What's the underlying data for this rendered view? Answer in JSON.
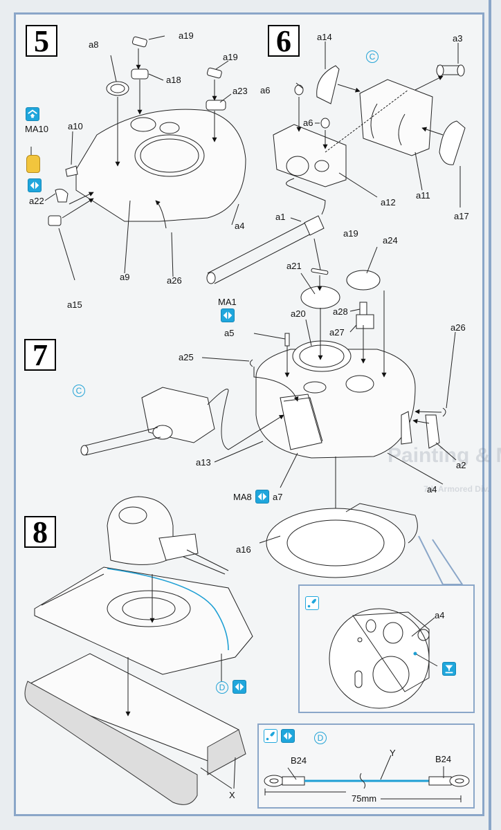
{
  "page": {
    "type": "assembly-instructions",
    "accent_color": "#1fa6dc",
    "frame_color": "#8aa6c8"
  },
  "steps": [
    {
      "number": "5",
      "labels": [
        "a8",
        "a19",
        "a18",
        "a19",
        "a23",
        "a10",
        "a22",
        "a15",
        "a9",
        "a26",
        "a4"
      ],
      "markers": [
        {
          "type": "badge",
          "icon": "position-up-icon",
          "caption": "MA10"
        },
        {
          "type": "badge",
          "icon": "both-sides-icon",
          "caption": ""
        }
      ]
    },
    {
      "number": "6",
      "labels": [
        "a14",
        "a3",
        "a6",
        "a6",
        "a12",
        "a11",
        "a17",
        "a1"
      ],
      "markers": [
        {
          "type": "circle-letter",
          "letter": "C"
        }
      ]
    },
    {
      "number": "7",
      "labels": [
        "a19",
        "a24",
        "a21",
        "a28",
        "a20",
        "a27",
        "a5",
        "a25",
        "a26",
        "a2",
        "a4",
        "a13",
        "a7",
        "a16"
      ],
      "markers": [
        {
          "type": "badge",
          "icon": "both-sides-icon",
          "caption": "MA1"
        },
        {
          "type": "badge",
          "icon": "both-sides-icon",
          "caption": "MA8"
        },
        {
          "type": "circle-letter",
          "letter": "C"
        }
      ]
    },
    {
      "number": "8",
      "labels": [
        "X"
      ],
      "markers": [
        {
          "type": "circle-letter",
          "letter": "D"
        },
        {
          "type": "badge",
          "icon": "both-sides-icon",
          "caption": ""
        }
      ]
    }
  ],
  "insets": {
    "turret_underside": {
      "part_label": "a4",
      "icons": [
        "glue-icon",
        "drill-hole-icon"
      ]
    },
    "antenna_wire": {
      "icons": [
        "glue-icon",
        "both-sides-icon"
      ],
      "letter": "D",
      "end_label_left": "B24",
      "end_label_right": "B24",
      "wire_label": "Y",
      "length": "75mm",
      "wire_color": "#1e9fd4"
    }
  },
  "show_through": {
    "heading": "Painting & Markings",
    "subline": "7th Armored Div."
  }
}
